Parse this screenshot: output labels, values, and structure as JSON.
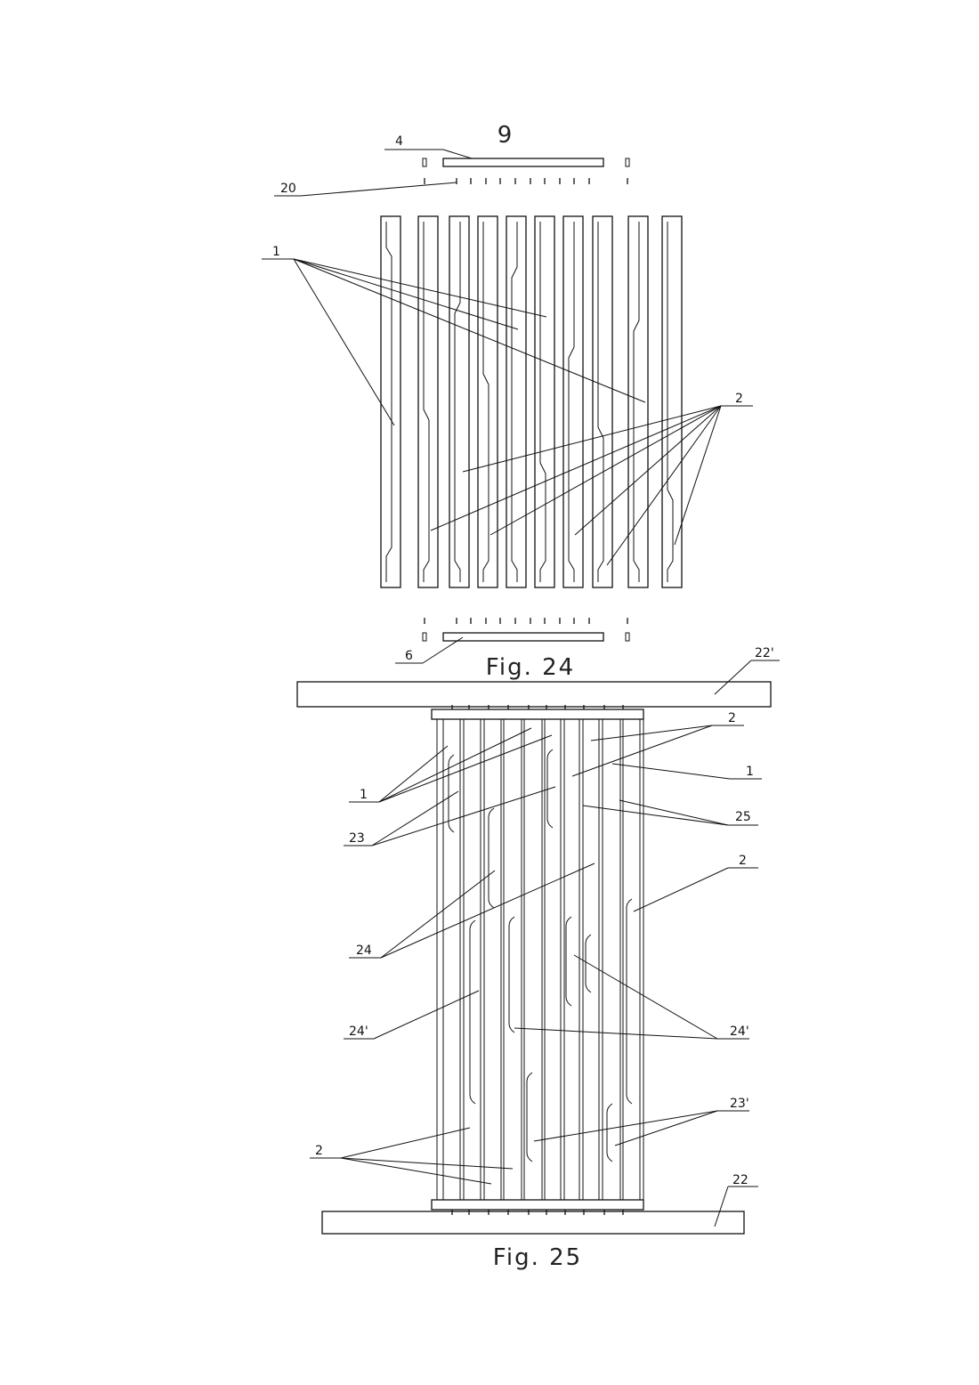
{
  "page_number": "9",
  "fig24": {
    "caption": "Fig. 24",
    "labels": {
      "cover_top": "4",
      "fasteners": "20",
      "plates_1": "1",
      "plates_2": "2",
      "cover_bottom": "6"
    }
  },
  "fig25": {
    "caption": "Fig. 25",
    "labels": {
      "top_base": "22'",
      "bottom_base": "22",
      "plate_2_top": "2",
      "plate_1_right": "1",
      "plate_25": "25",
      "plate_2_right": "2",
      "plate_1_left": "1",
      "step_23": "23",
      "step_24": "24",
      "step_24p_left": "24'",
      "step_24p_right": "24'",
      "step_23p": "23'",
      "plate_2_bottom_left": "2"
    }
  }
}
